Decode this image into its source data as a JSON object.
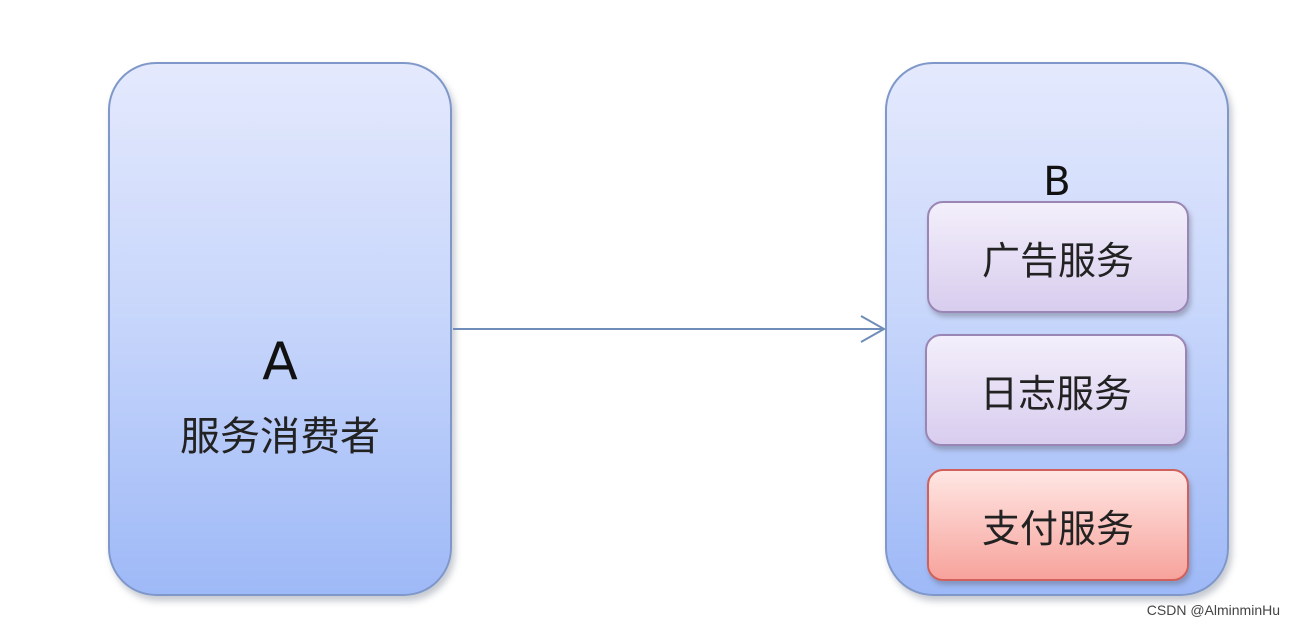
{
  "node_a": {
    "letter": "A",
    "label": "服务消费者"
  },
  "node_b": {
    "letter": "B",
    "services": [
      {
        "label": "广告服务",
        "color": "#d8cdee"
      },
      {
        "label": "日志服务",
        "color": "#d8cdee"
      },
      {
        "label": "支付服务",
        "color": "#f7a39c"
      }
    ]
  },
  "colors": {
    "box_fill": "#c9d7fb",
    "box_border": "#7f98c9",
    "arrow": "#6f8db8"
  },
  "watermark": "CSDN @AlminminHu"
}
